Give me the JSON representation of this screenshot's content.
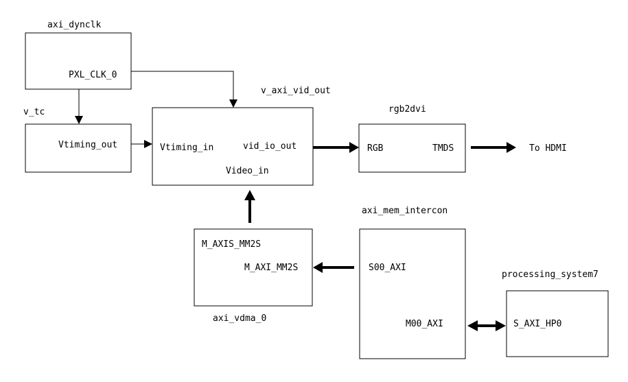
{
  "blocks": {
    "axi_dynclk": {
      "name": "axi_dynclk",
      "ports": {
        "pxl_clk": "PXL_CLK_0"
      }
    },
    "v_tc": {
      "name": "v_tc",
      "ports": {
        "vtiming_out": "Vtiming_out"
      }
    },
    "v_axi_vid_out": {
      "name": "v_axi_vid_out",
      "ports": {
        "vtiming_in": "Vtiming_in",
        "vid_io_out": "vid_io_out",
        "video_in": "Video_in"
      }
    },
    "rgb2dvi": {
      "name": "rgb2dvi",
      "ports": {
        "rgb": "RGB",
        "tmds": "TMDS"
      }
    },
    "axi_mem_intercon": {
      "name": "axi_mem_intercon",
      "ports": {
        "s00_axi": "S00_AXI",
        "m00_axi": "M00_AXI"
      }
    },
    "axi_vdma_0": {
      "name": "axi_vdma_0",
      "ports": {
        "m_axis_mm2s": "M_AXIS_MM2S",
        "m_axi_mm2s": "M_AXI_MM2S"
      }
    },
    "processing_system7": {
      "name": "processing_system7",
      "ports": {
        "s_axi_hp0": "S_AXI_HP0"
      }
    }
  },
  "output_label": "To HDMI"
}
